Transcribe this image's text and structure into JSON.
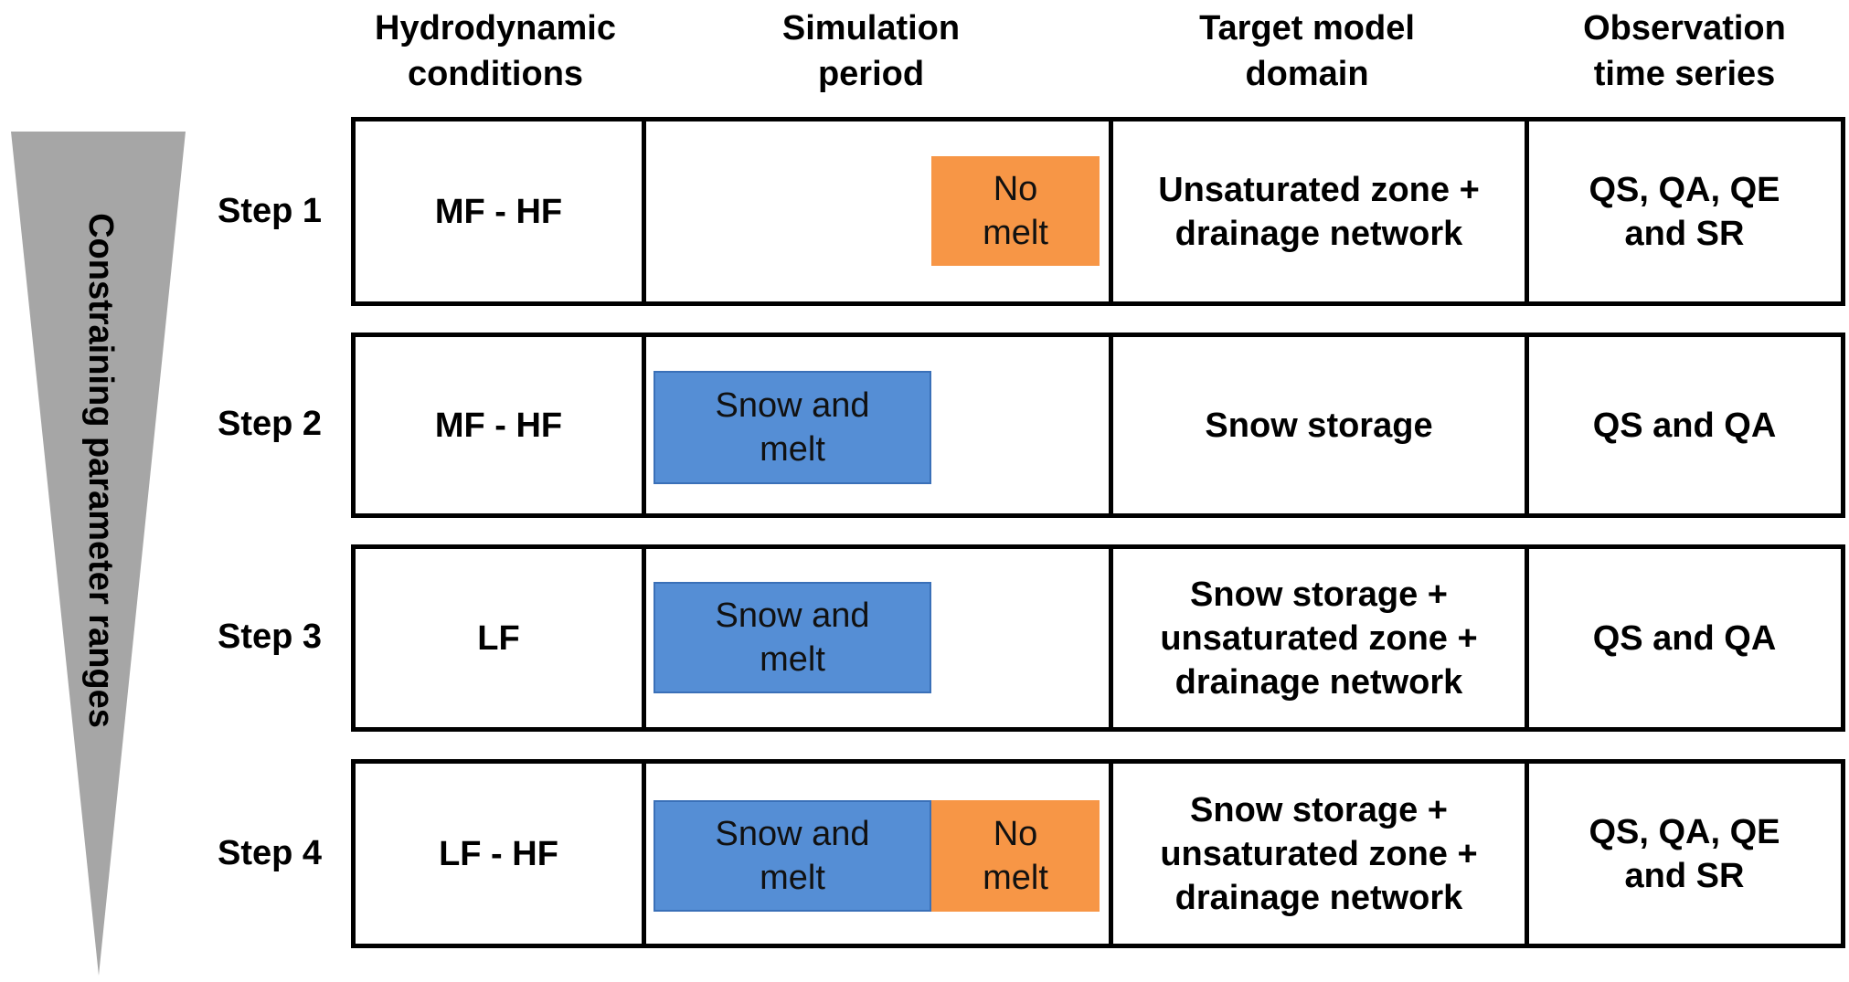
{
  "headers": {
    "hydro": "Hydrodynamic\nconditions",
    "sim": "Simulation\nperiod",
    "target": "Target model\ndomain",
    "obs": "Observation\ntime series"
  },
  "side_label": "Constraining parameter ranges",
  "colors": {
    "snow": "#558ed5",
    "no_melt": "#f79646",
    "triangle": "#a6a6a6"
  },
  "steps": [
    {
      "label": "Step 1",
      "hydro": "MF - HF",
      "snow": "",
      "nomelt": "No\nmelt",
      "target": "Unsaturated zone +\ndrainage network",
      "obs": "QS, QA, QE\nand SR"
    },
    {
      "label": "Step 2",
      "hydro": "MF - HF",
      "snow": "Snow and\nmelt",
      "nomelt": "",
      "target": "Snow storage",
      "obs": "QS and QA"
    },
    {
      "label": "Step 3",
      "hydro": "LF",
      "snow": "Snow and\nmelt",
      "nomelt": "",
      "target": "Snow storage +\nunsaturated zone +\ndrainage network",
      "obs": "QS and QA"
    },
    {
      "label": "Step 4",
      "hydro": "LF - HF",
      "snow": "Snow and\nmelt",
      "nomelt": "No\nmelt",
      "target": "Snow storage +\nunsaturated zone +\ndrainage network",
      "obs": "QS, QA, QE\nand SR"
    }
  ]
}
